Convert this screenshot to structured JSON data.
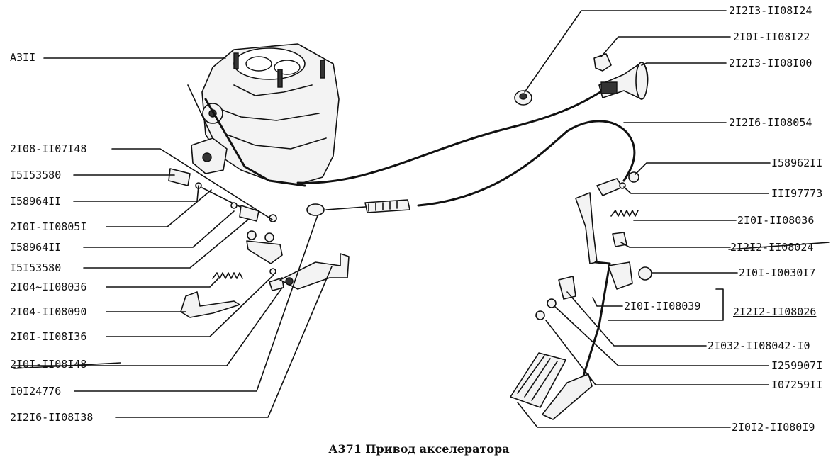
{
  "caption": "А371  Привод акселератора",
  "labels": {
    "a311": "A3II",
    "p2108_1107148": "2I08-II07I48",
    "p15153580_a": "I5I53580",
    "p15896411_a": "I58964II",
    "p2101_1108051": "2I0I-II0805I",
    "p15896411_b": "I58964II",
    "p15153580_b": "I5I53580",
    "p2104_1108036": "2I04~II08036",
    "p2104_1108090": "2I04-II08090",
    "p2101_1108136": "2I0I-II08I36",
    "p2101_1108148": "2I0I-II08I48",
    "p10124776": "I0I24776",
    "p21216_1108138": "2I2I6-II08I38",
    "p21213_1108124": "2I2I3-II08I24",
    "p2101_1108122": "2I0I-II08I22",
    "p21213_1108100": "2I2I3-II08I00",
    "p21216_1108054": "2I2I6-II08054",
    "p15896211": "I58962II",
    "p11197773": "III97773",
    "p2101_1108036": "2I0I-II08036",
    "p21212_1108024": "2I2I2-II08024",
    "p2101_1003017": "2I0I-I0030I7",
    "p2101_1108039": "2I0I-II08039",
    "p21212_1108026": "2I2I2-II08026",
    "p21032_1108042_10": "2I032-II08042-I0",
    "p12599071": "I259907I",
    "p10725911": "I07259II",
    "p21012_1108019": "2I0I2-II080I9"
  }
}
